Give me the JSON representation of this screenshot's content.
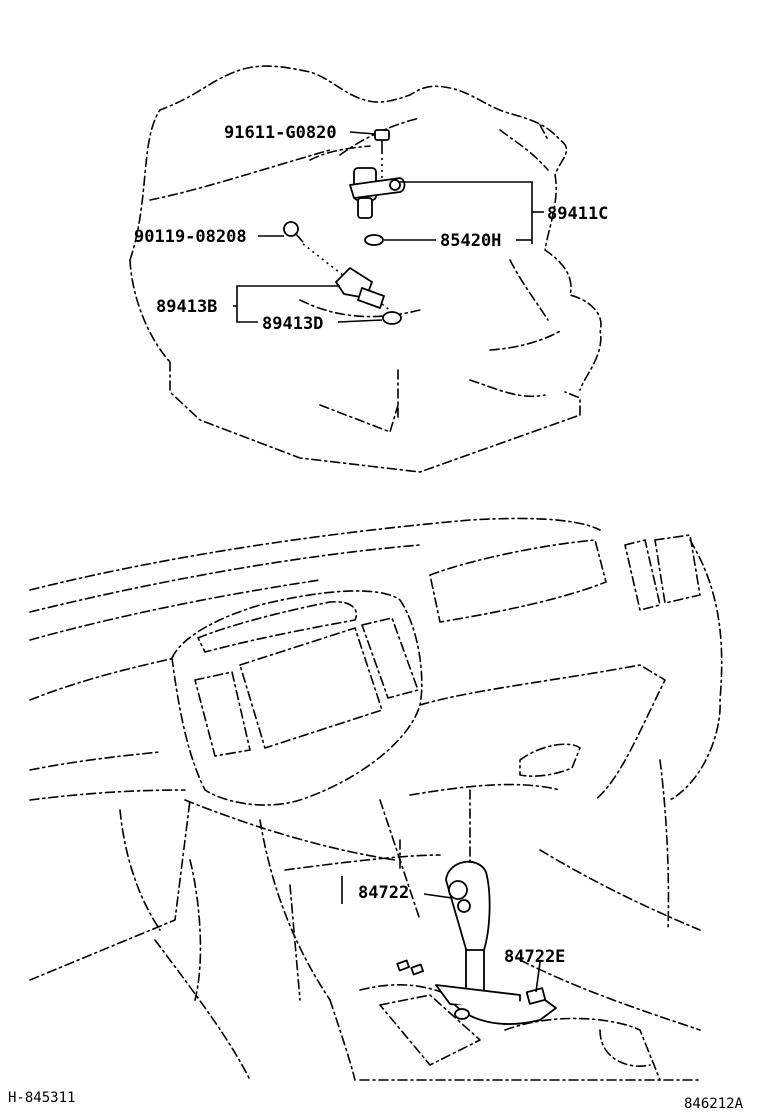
{
  "callouts": {
    "bolt_top": "91611-G0820",
    "bolt_left": "90119-08208",
    "sensor_c": "89411C",
    "oring_h": "85420H",
    "sensor_b": "89413B",
    "oring_d": "89413D",
    "shift_knob": "84722",
    "shift_insert": "84722E"
  },
  "footer": {
    "left_code": "H-845311",
    "right_code": "846212A"
  }
}
